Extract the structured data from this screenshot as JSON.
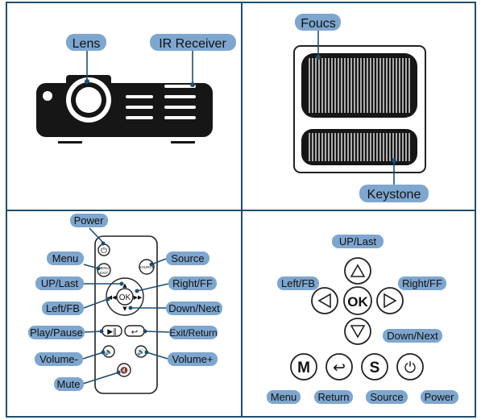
{
  "projector": {
    "lens": "Lens",
    "ir_receiver": "IR Receiver"
  },
  "side": {
    "focus": "Foucs",
    "keystone": "Keystone"
  },
  "remote": {
    "power": "Power",
    "menu": "Menu",
    "source": "Source",
    "up_last": "UP/Last",
    "right_ff": "Right/FF",
    "left_fb": "Left/FB",
    "down_next": "Down/Next",
    "play_pause": "Play/Pause",
    "exit_return": "Exit/Return",
    "volume_minus": "Volume-",
    "volume_plus": "Volume+",
    "mute": "Mute",
    "ok_key": "OK",
    "menu_key_line1": "MENU",
    "menu_key_line2": "EXIT",
    "source_key": "SOURCE"
  },
  "panel": {
    "up_last": "UP/Last",
    "left_fb": "Left/FB",
    "right_ff": "Right/FF",
    "down_next": "Down/Next",
    "ok_key": "OK",
    "m_key": "M",
    "s_key": "S",
    "menu": "Menu",
    "return": "Return",
    "source": "Source",
    "power": "Power"
  },
  "colors": {
    "label_bg": "#7ea6cf",
    "frame": "#1f4e6e",
    "device": "#161616"
  }
}
